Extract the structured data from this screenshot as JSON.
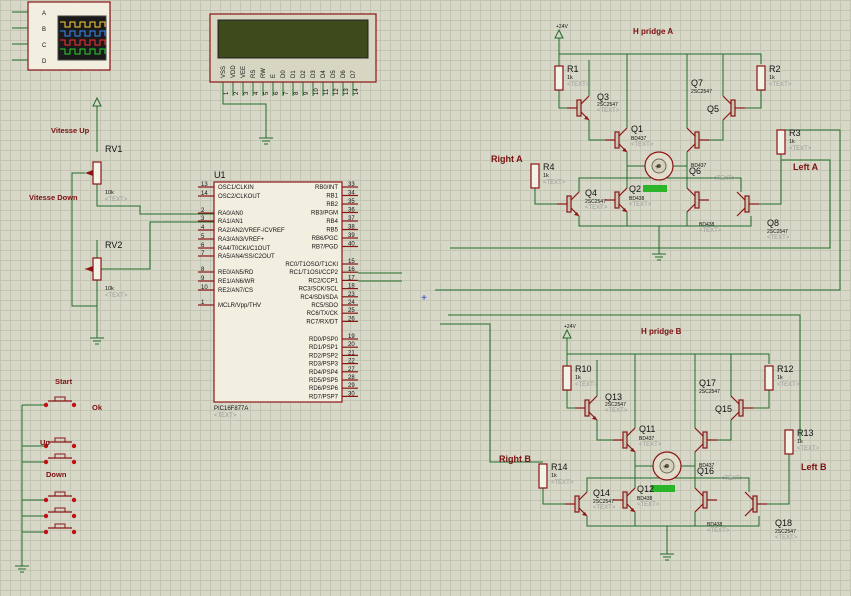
{
  "text_placeholder": "<TEXT>",
  "scope": {
    "channels": [
      "A",
      "B",
      "C",
      "D"
    ]
  },
  "lcd": {
    "pins": [
      "VSS",
      "VDD",
      "VEE",
      "RS",
      "RW",
      "E",
      "D0",
      "D1",
      "D2",
      "D3",
      "D4",
      "D5",
      "D6",
      "D7"
    ],
    "pin_numbers": [
      "1",
      "2",
      "3",
      "4",
      "5",
      "6",
      "7",
      "8",
      "9",
      "10",
      "11",
      "12",
      "13",
      "14"
    ]
  },
  "labels": {
    "vitesse_up": "Vitesse Up",
    "vitesse_down": "Vitesse Down",
    "start": "Start",
    "ok": "Ok",
    "up": "Up",
    "down": "Down",
    "h_bridge_a": "H pridge A",
    "h_bridge_b": "H pridge B",
    "right_a": "Right A",
    "left_a": "Left A",
    "right_b": "Right B",
    "left_b": "Left B",
    "power_a": "+24V",
    "power_b": "+24V"
  },
  "pots": [
    {
      "ref": "RV1",
      "value": "10k"
    },
    {
      "ref": "RV2",
      "value": "10k"
    }
  ],
  "mcu": {
    "ref": "U1",
    "part": "PIC16F877A",
    "left_pins": [
      {
        "num": "13",
        "name": "OSC1/CLKIN"
      },
      {
        "num": "14",
        "name": "OSC2/CLKOUT"
      },
      {
        "num": "2",
        "name": "RA0/AN0"
      },
      {
        "num": "3",
        "name": "RA1/AN1"
      },
      {
        "num": "4",
        "name": "RA2/AN2/VREF-/CVREF"
      },
      {
        "num": "5",
        "name": "RA3/AN3/VREF+"
      },
      {
        "num": "6",
        "name": "RA4/T0CKI/C1OUT"
      },
      {
        "num": "7",
        "name": "RA5/AN4/SS/C2OUT"
      },
      {
        "num": "8",
        "name": "RE0/AN5/RD"
      },
      {
        "num": "9",
        "name": "RE1/AN6/WR"
      },
      {
        "num": "10",
        "name": "RE2/AN7/CS"
      },
      {
        "num": "1",
        "name": "MCLR/Vpp/THV"
      }
    ],
    "right_pins": [
      {
        "num": "33",
        "name": "RB0/INT"
      },
      {
        "num": "34",
        "name": "RB1"
      },
      {
        "num": "35",
        "name": "RB2"
      },
      {
        "num": "36",
        "name": "RB3/PGM"
      },
      {
        "num": "37",
        "name": "RB4"
      },
      {
        "num": "38",
        "name": "RB5"
      },
      {
        "num": "39",
        "name": "RB6/PGC"
      },
      {
        "num": "40",
        "name": "RB7/PGD"
      },
      {
        "num": "15",
        "name": "RC0/T1OSO/T1CKI"
      },
      {
        "num": "16",
        "name": "RC1/T1OSI/CCP2"
      },
      {
        "num": "17",
        "name": "RC2/CCP1"
      },
      {
        "num": "18",
        "name": "RC3/SCK/SCL"
      },
      {
        "num": "23",
        "name": "RC4/SDI/SDA"
      },
      {
        "num": "24",
        "name": "RC5/SDO"
      },
      {
        "num": "25",
        "name": "RC6/TX/CK"
      },
      {
        "num": "26",
        "name": "RC7/RX/DT"
      },
      {
        "num": "19",
        "name": "RD0/PSP0"
      },
      {
        "num": "20",
        "name": "RD1/PSP1"
      },
      {
        "num": "21",
        "name": "RD2/PSP2"
      },
      {
        "num": "22",
        "name": "RD3/PSP3"
      },
      {
        "num": "27",
        "name": "RD4/PSP4"
      },
      {
        "num": "28",
        "name": "RD5/PSP5"
      },
      {
        "num": "29",
        "name": "RD6/PSP6"
      },
      {
        "num": "30",
        "name": "RD7/PSP7"
      }
    ]
  },
  "bridge_a": {
    "resistors": [
      {
        "ref": "R1",
        "value": "1k"
      },
      {
        "ref": "R2",
        "value": "1k"
      },
      {
        "ref": "R3",
        "value": "1k"
      },
      {
        "ref": "R4",
        "value": "1k"
      }
    ],
    "transistors": [
      {
        "ref": "Q3",
        "part": "2SC2547"
      },
      {
        "ref": "Q7",
        "part": "2SC2547"
      },
      {
        "ref": "Q5",
        "part": ""
      },
      {
        "ref": "Q1",
        "part": "BD437"
      },
      {
        "ref": "Q6",
        "part": "BD437"
      },
      {
        "ref": "Q4",
        "part": "2SC2547"
      },
      {
        "ref": "Q2",
        "part": "BD438"
      },
      {
        "ref": "Q8",
        "part": "2SC2547"
      },
      {
        "ref": "",
        "part": "BD438"
      }
    ]
  },
  "bridge_b": {
    "resistors": [
      {
        "ref": "R10",
        "value": "1k"
      },
      {
        "ref": "R12",
        "value": "1k"
      },
      {
        "ref": "R13",
        "value": "1k"
      },
      {
        "ref": "R14",
        "value": "1k"
      }
    ],
    "transistors": [
      {
        "ref": "Q13",
        "part": "2SC2547"
      },
      {
        "ref": "Q17",
        "part": "2SC2547"
      },
      {
        "ref": "Q15",
        "part": ""
      },
      {
        "ref": "Q11",
        "part": "BD437"
      },
      {
        "ref": "Q16",
        "part": "BD437"
      },
      {
        "ref": "Q14",
        "part": "2SC2547"
      },
      {
        "ref": "Q12",
        "part": "BD438"
      },
      {
        "ref": "Q18",
        "part": "2SC2547"
      },
      {
        "ref": "",
        "part": "BD438"
      }
    ]
  },
  "colors": {
    "wire": "#1f6b2a",
    "component": "#8a1414",
    "label": "#7a1010",
    "lcd_screen": "#3c4a1c",
    "probe": "#2bb52b"
  }
}
